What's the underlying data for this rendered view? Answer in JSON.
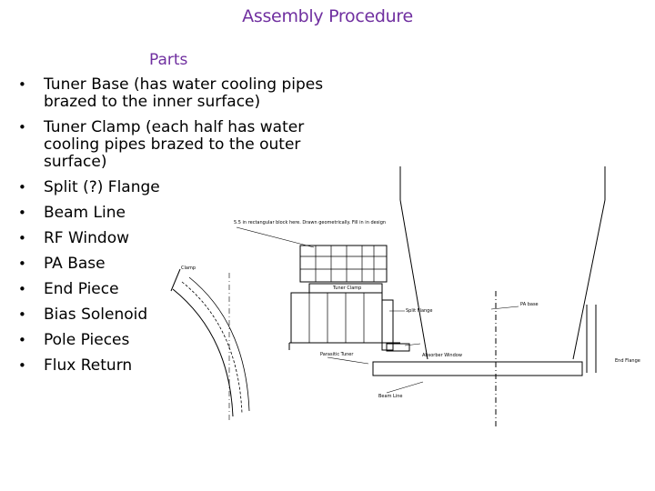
{
  "slide": {
    "title": "Assembly Procedure",
    "parts_heading": "Parts",
    "parts": [
      "Tuner Base (has water cooling pipes brazed to the inner surface)",
      "Tuner Clamp (each half has water cooling pipes brazed to the outer surface)",
      "Split (?) Flange",
      "Beam Line",
      "RF Window",
      "PA Base",
      "End Piece",
      "Bias Solenoid",
      "Pole Pieces",
      "Flux Return"
    ]
  },
  "diagram": {
    "labels": {
      "rect_note": "5.5 in rectangular block here. Drawn geometrically. Fill in in design",
      "clamp": "Clamp",
      "tuner_clamp": "Tuner Clamp",
      "split_flange": "Split Flange",
      "pa_base": "PA base",
      "parasitic_tuner": "Parasitic Tuner",
      "absorber_window": "Absorber Window",
      "end_flange": "End Flange",
      "beam_line": "Beam Line"
    }
  }
}
